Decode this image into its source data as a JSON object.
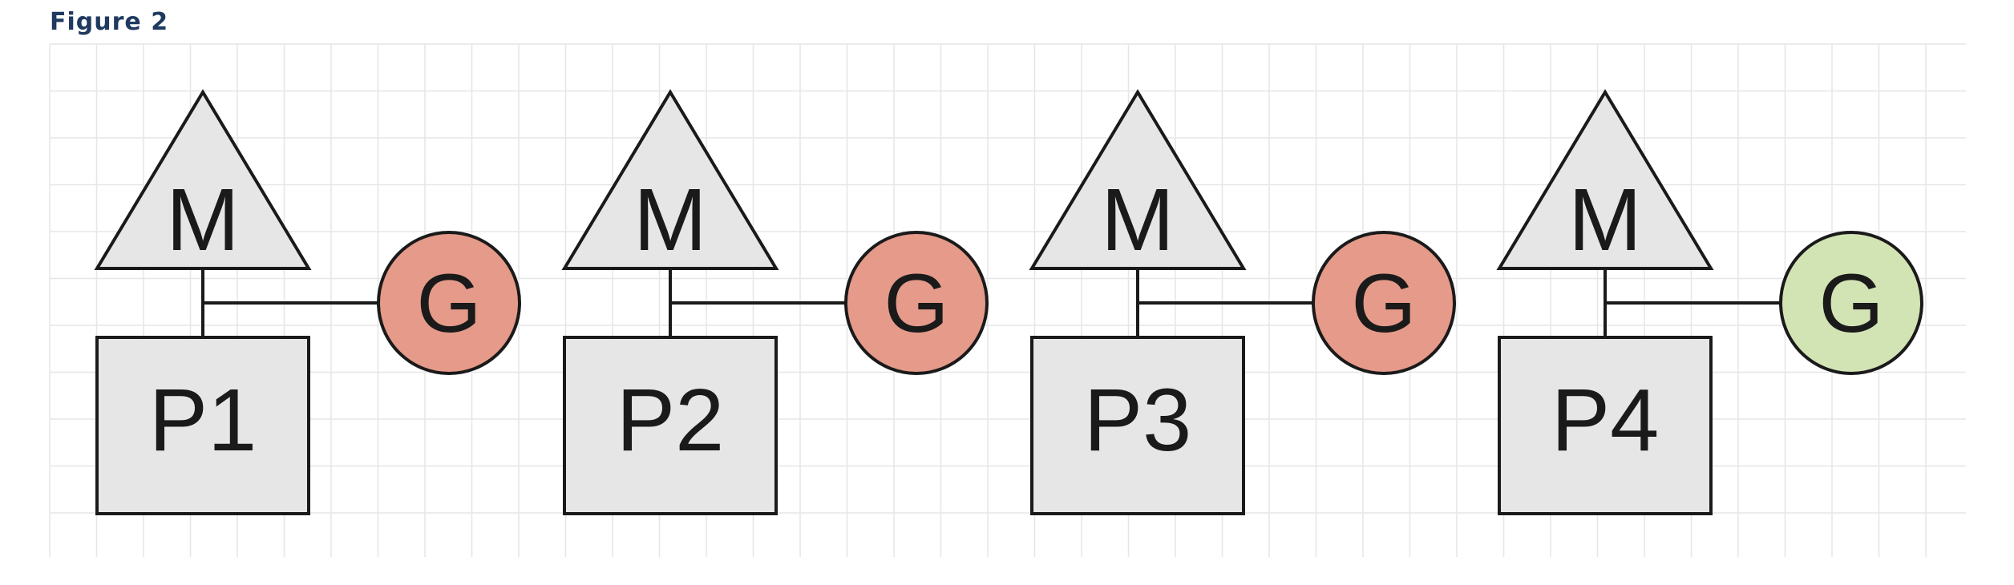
{
  "figure_title": "Figure 2",
  "colors": {
    "grid": "#e6e6e6",
    "shape_fill": "#e6e6e6",
    "stroke": "#1a1a1a",
    "goroutine_running": "#e59a8a",
    "goroutine_ready": "#d3e4b4"
  },
  "units": [
    {
      "m_label": "M",
      "p_label": "P1",
      "g_label": "G",
      "g_state": "running"
    },
    {
      "m_label": "M",
      "p_label": "P2",
      "g_label": "G",
      "g_state": "running"
    },
    {
      "m_label": "M",
      "p_label": "P3",
      "g_label": "G",
      "g_state": "running"
    },
    {
      "m_label": "M",
      "p_label": "P4",
      "g_label": "G",
      "g_state": "ready"
    }
  ]
}
